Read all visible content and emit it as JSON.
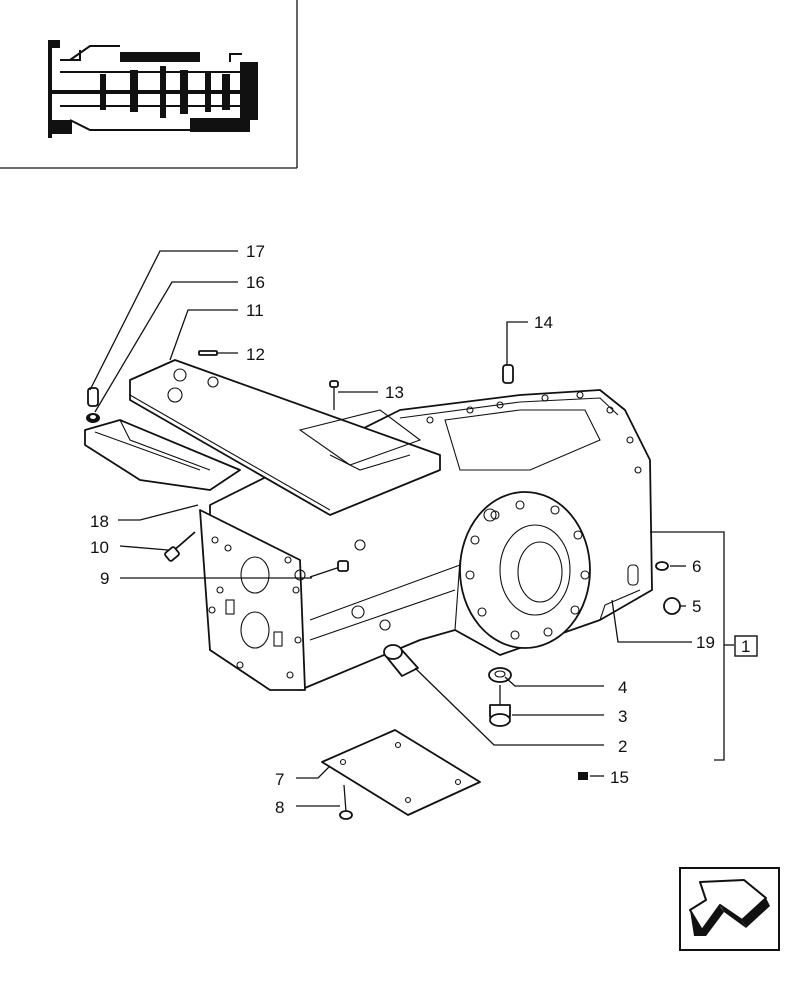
{
  "labels": {
    "l1": "1",
    "l2": "2",
    "l3": "3",
    "l4": "4",
    "l5": "5",
    "l6": "6",
    "l7": "7",
    "l8": "8",
    "l9": "9",
    "l10": "10",
    "l11": "11",
    "l12": "12",
    "l13": "13",
    "l14": "14",
    "l15": "15",
    "l16": "16",
    "l17": "17",
    "l18": "18",
    "l19": "19"
  },
  "icons": {
    "nav_arrow": "arrow-down-left-icon",
    "thumbnail": "transmission-section-icon"
  }
}
